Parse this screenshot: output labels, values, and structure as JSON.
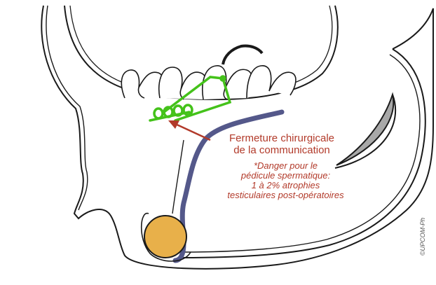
{
  "labels": {
    "closure_line1": "Fermeture chirurgicale",
    "closure_line2": "de la communication",
    "danger_line1": "*Danger pour le",
    "danger_line2": "pédicule spermatique:",
    "danger_line3": "1 à 2% atrophies",
    "danger_line4": "testiculaires post-opératoires"
  },
  "credit": "©UPCOM-Ph",
  "colors": {
    "outline": "#1a1a1a",
    "suture": "#44c21a",
    "spermatic_cord": "#54588a",
    "testis": "#e8b04a",
    "bone_fill": "#a8a8a8",
    "arrow": "#b23a2a",
    "annotation_text": "#b23a2a"
  }
}
